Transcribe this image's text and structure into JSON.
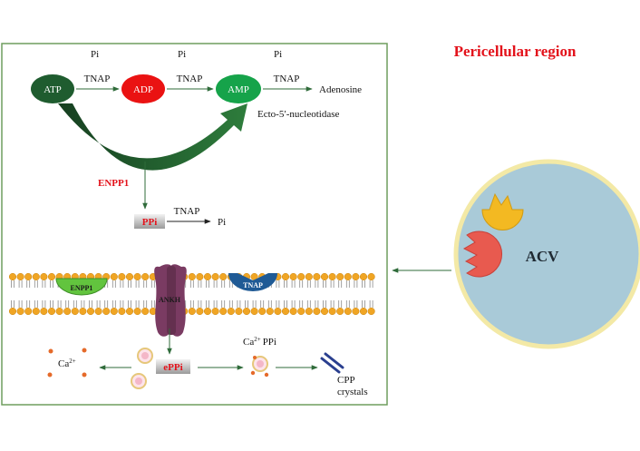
{
  "region_title": "Pericellular  region",
  "vesicle_label": "ACV",
  "pi_top": [
    "Pi",
    "Pi",
    "Pi"
  ],
  "nodes": {
    "atp": "ATP",
    "adp": "ADP",
    "amp": "AMP"
  },
  "enzymes": {
    "tnap": "TNAP",
    "ecto": "Ecto-5′-nucleotidase",
    "enpp1": "ENPP1",
    "ankh": "ANKH"
  },
  "products": {
    "adenosine": "Adenosine",
    "pi": "Pi"
  },
  "ppi": "PPi",
  "eppi": "ePPi",
  "calcium": "Ca",
  "calcium_sup": "2+",
  "ppi_text": "PPi",
  "cpp": [
    "CPP",
    "crystals"
  ],
  "colors": {
    "panel_border": "#6f9d5e",
    "atp": "#1f5c2f",
    "adp": "#ea1212",
    "amp": "#16a34a",
    "arc_arrow": "#1e5f2a",
    "title_red": "#e3121b",
    "enpp1_green": "#62c43e",
    "tnap_blue": "#1f5a95",
    "ankh_purple": "#7a3b62",
    "lipid_head": "#f0a524",
    "acv_fill": "#a9cad8",
    "acv_rim": "#f3e9a6",
    "calcium_dot": "#e56a2a",
    "crystal": "#2a3f8f"
  }
}
